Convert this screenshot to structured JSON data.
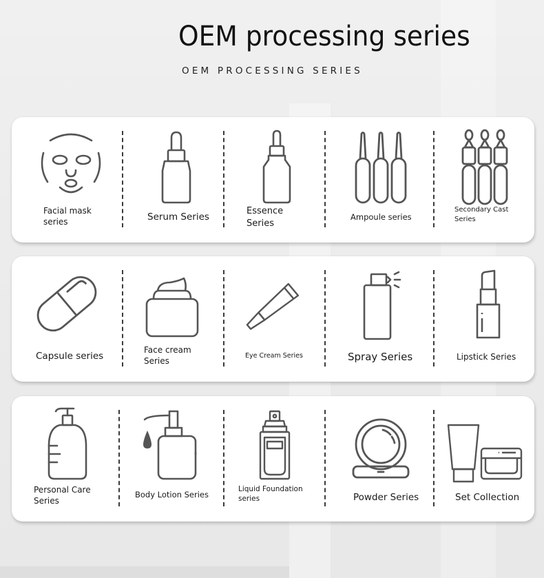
{
  "header": {
    "title": "OEM processing series",
    "subtitle": "OEM PROCESSING SERIES"
  },
  "colors": {
    "icon_stroke": "#555555",
    "divider": "#3a3a3a",
    "card_bg": "#ffffff",
    "page_bg": "#ececec",
    "text": "#1a1a1a"
  },
  "rows": [
    {
      "items": [
        {
          "icon": "facial-mask-icon",
          "label_line1": "Facial mask",
          "label_line2": "series"
        },
        {
          "icon": "serum-dropper-bottle-icon",
          "label_line1": "Serum Series",
          "label_line2": ""
        },
        {
          "icon": "essence-dropper-bottle-icon",
          "label_line1": "Essence",
          "label_line2": "Series"
        },
        {
          "icon": "ampoule-icon",
          "label_line1": "Ampoule series",
          "label_line2": ""
        },
        {
          "icon": "secondary-cast-ampoule-icon",
          "label_line1": "Secondary Cast",
          "label_line2": "Series"
        }
      ]
    },
    {
      "items": [
        {
          "icon": "capsule-icon",
          "label_line1": "Capsule series",
          "label_line2": ""
        },
        {
          "icon": "face-cream-jar-icon",
          "label_line1": "Face cream",
          "label_line2": "Series"
        },
        {
          "icon": "eye-cream-tube-icon",
          "label_line1": "Eye Cream Series",
          "label_line2": ""
        },
        {
          "icon": "spray-bottle-icon",
          "label_line1": "Spray Series",
          "label_line2": ""
        },
        {
          "icon": "lipstick-icon",
          "label_line1": "Lipstick Series",
          "label_line2": ""
        }
      ]
    },
    {
      "items": [
        {
          "icon": "pump-bottle-icon",
          "label_line1": "Personal Care",
          "label_line2": "Series"
        },
        {
          "icon": "body-lotion-pump-icon",
          "label_line1": "Body Lotion Series",
          "label_line2": ""
        },
        {
          "icon": "liquid-foundation-bottle-icon",
          "label_line1": "Liquid Foundation",
          "label_line2": "series"
        },
        {
          "icon": "powder-compact-icon",
          "label_line1": "Powder Series",
          "label_line2": ""
        },
        {
          "icon": "tube-and-jar-set-icon",
          "label_line1": "Set Collection",
          "label_line2": ""
        }
      ]
    }
  ]
}
